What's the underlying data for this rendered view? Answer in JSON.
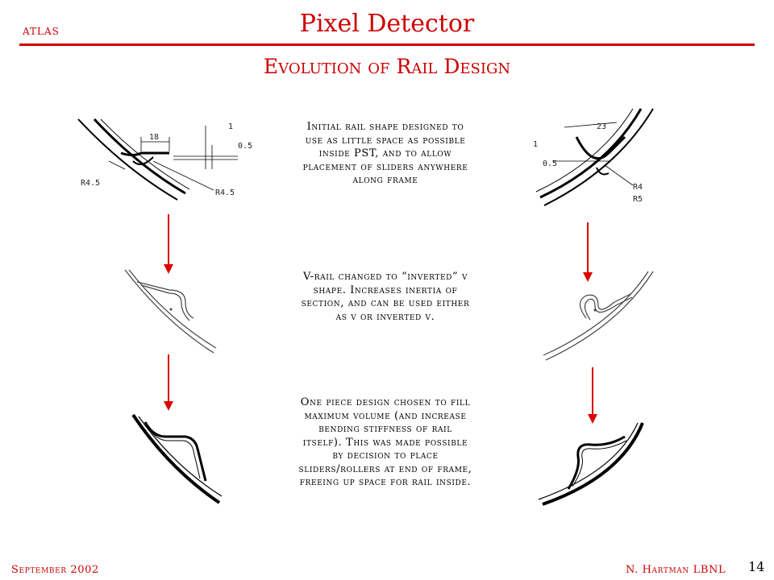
{
  "header": {
    "logo_text": "atlas",
    "title": "Pixel Detector",
    "subtitle": "Evolution of Rail Design"
  },
  "steps": [
    {
      "description": "Initial rail shape designed to use as little space as possible inside PST, and to allow placement of sliders anywhere along frame"
    },
    {
      "description": "V-rail changed to “inverted” v shape. Increases inertia of section, and can be used either as v or inverted v."
    },
    {
      "description": "One piece design chosen to fill maximum volume (and increase bending stiffness of rail itself). This was made possible by decision to place sliders/rollers at end of frame, freeing up space for rail inside."
    }
  ],
  "drawing_left": {
    "dims": [
      "18",
      "1",
      "0.5",
      "R4.5",
      "R4.5"
    ]
  },
  "drawing_right": {
    "dims": [
      "23",
      "1",
      "0.5",
      "R4",
      "R5"
    ]
  },
  "footer": {
    "date": "September 2002",
    "author": "N. Hartman LBNL",
    "page_number": "14"
  },
  "colors": {
    "accent": "#cc0000",
    "arrow": "#dd0000"
  }
}
